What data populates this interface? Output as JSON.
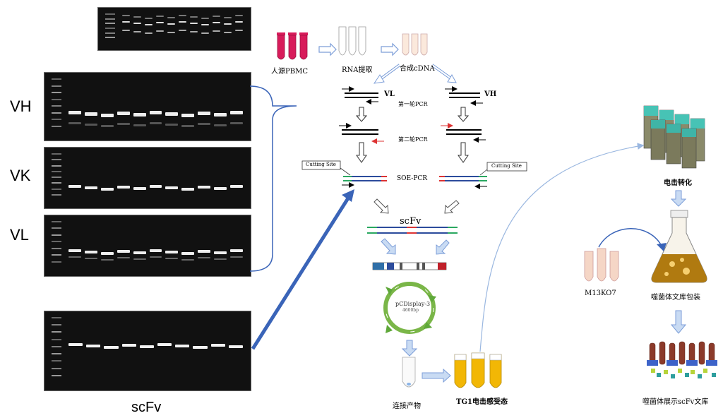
{
  "gel_labels": {
    "vh": "VH",
    "vk": "VK",
    "vl": "VL",
    "scfv": "scFv"
  },
  "flow_labels": {
    "pbmc": "人源PBMC",
    "rna": "RNA提取",
    "cdna": "合成cDNA",
    "vl": "VL",
    "vh": "VH",
    "round1": "第一轮PCR",
    "round2": "第二轮PCR",
    "cutting_site_left": "Cutting Site",
    "cutting_site_right": "Cutting Site",
    "soe": "SOE-PCR",
    "scfv": "scFv",
    "plasmid": "pCDisplay-3",
    "plasmid_size": "4600bp",
    "ligation": "连接产物",
    "tg1": "TG1电击感受态",
    "electro": "电击转化",
    "m13": "M13KO7",
    "package": "噬菌体文库包装",
    "library": "噬菌体展示scFv文库"
  },
  "colors": {
    "arrow_blue": "#3a64b8",
    "light_blue": "#9ab7e0",
    "pink_tube": "#d81b5a",
    "yellow_tube": "#f2b705"
  }
}
